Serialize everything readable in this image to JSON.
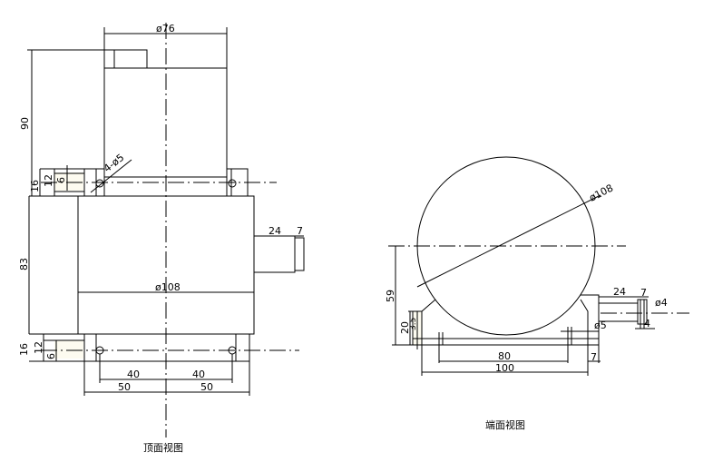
{
  "top_view": {
    "title": "顶面视图",
    "dims": {
      "d76": "ø76",
      "h90": "90",
      "holes": "4-ø5",
      "h16a": "16",
      "h12a": "12",
      "h6a": "6",
      "h83": "83",
      "s24": "24",
      "s7": "7",
      "d108": "ø108",
      "h16b": "16",
      "h12b": "12",
      "h6b": "6",
      "w40a": "40",
      "w40b": "40",
      "w50a": "50",
      "w50b": "50"
    }
  },
  "end_view": {
    "title": "端面视图",
    "dims": {
      "d108": "ø108",
      "h59": "59",
      "h20": "20",
      "h35": "3.5",
      "s24": "24",
      "s7": "7",
      "d4": "ø4",
      "d5": "ø5",
      "s4": "4",
      "w80": "80",
      "w100": "100",
      "w7": "7"
    }
  }
}
